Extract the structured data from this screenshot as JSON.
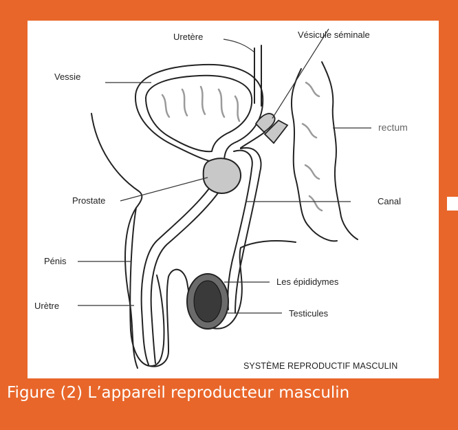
{
  "colors": {
    "frame": "#e8662a",
    "panel": "#ffffff",
    "organ_fill": "#c8c8c8",
    "caption_text": "#ffffff"
  },
  "labels": {
    "uretere": "Uretère",
    "vesicule": "Vésicule séminale",
    "vessie": "Vessie",
    "rectum": "rectum",
    "prostate": "Prostate",
    "canal": "Canal",
    "penis": "Pénis",
    "epididymes": "Les épididymes",
    "uretre": "Urètre",
    "testicules": "Testicules"
  },
  "diagram_caption": "SYSTÈME REPRODUCTIF MASCULIN",
  "figure_caption": "Figure (2) L’appareil reproducteur masculin"
}
